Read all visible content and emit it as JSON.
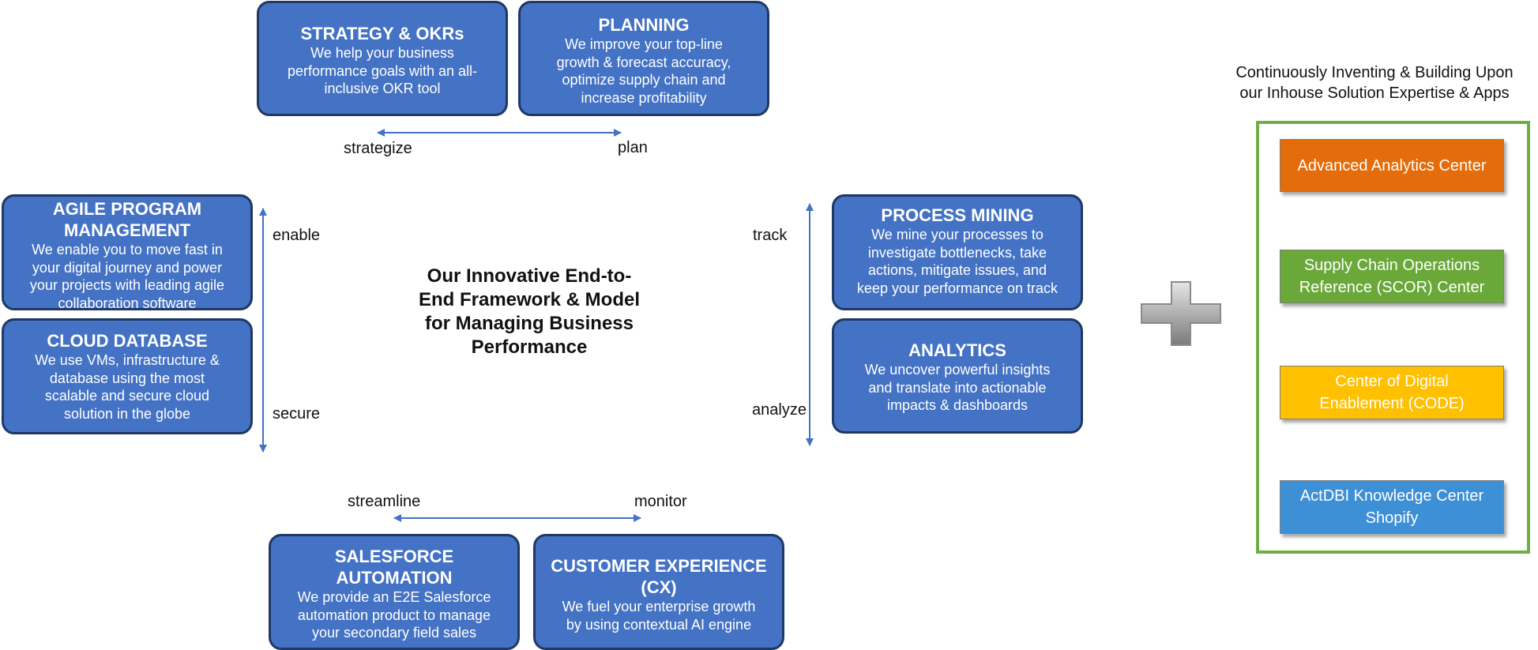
{
  "center_title": [
    "Our Innovative End-to-",
    "End Framework & Model",
    "for Managing Business",
    "Performance"
  ],
  "boxes": {
    "strategy": {
      "title": "STRATEGY & OKRs",
      "desc": [
        "We help your business",
        "performance goals with an all-",
        "inclusive OKR tool"
      ]
    },
    "planning": {
      "title": "PLANNING",
      "desc": [
        "We improve your top-line",
        "growth & forecast accuracy,",
        "optimize supply chain and",
        "increase profitability"
      ]
    },
    "agile": {
      "title": [
        "AGILE PROGRAM",
        "MANAGEMENT"
      ],
      "desc": [
        "We enable you to move fast in",
        "your digital journey and power",
        "your projects with leading agile",
        "collaboration software"
      ]
    },
    "cloud": {
      "title": "CLOUD DATABASE",
      "desc": [
        "We use VMs, infrastructure &",
        "database using the most",
        "scalable and secure cloud",
        "solution in the globe"
      ]
    },
    "process": {
      "title": "PROCESS MINING",
      "desc": [
        "We mine your processes to",
        "investigate bottlenecks, take",
        "actions, mitigate issues, and",
        "keep your performance on track"
      ]
    },
    "analytics": {
      "title": "ANALYTICS",
      "desc": [
        "We uncover powerful insights",
        "and translate into actionable",
        "impacts & dashboards"
      ]
    },
    "salesforce": {
      "title": [
        "SALESFORCE",
        "AUTOMATION"
      ],
      "desc": [
        "We provide an E2E Salesforce",
        "automation product to manage",
        "your secondary field sales"
      ]
    },
    "cx": {
      "title": [
        "CUSTOMER EXPERIENCE",
        "(CX)"
      ],
      "desc": [
        "We fuel your enterprise growth",
        "by using contextual AI engine"
      ]
    }
  },
  "verbs": {
    "strategize": "strategize",
    "plan": "plan",
    "enable": "enable",
    "secure": "secure",
    "track": "track",
    "analyze": "analyze",
    "streamline": "streamline",
    "monitor": "monitor"
  },
  "right_panel": {
    "title": [
      "Continuously Inventing & Building Upon",
      "our Inhouse Solution Expertise & Apps"
    ],
    "apps": [
      {
        "label": [
          "Advanced Analytics Center"
        ],
        "color": "#e46c0a"
      },
      {
        "label": [
          "Supply Chain Operations",
          "Reference (SCOR) Center"
        ],
        "color": "#6aa839"
      },
      {
        "label": [
          "Center of Digital",
          "Enablement (CODE)"
        ],
        "color": "#ffc000"
      },
      {
        "label": [
          "ActDBI Knowledge Center",
          "Shopify"
        ],
        "color": "#3d8fd6"
      }
    ]
  },
  "colors": {
    "box_fill": "#4472c4",
    "box_border": "#1f3864",
    "arrow": "#4472c4",
    "frame": "#70ad47"
  },
  "icons": {
    "plus": "plus-icon"
  }
}
